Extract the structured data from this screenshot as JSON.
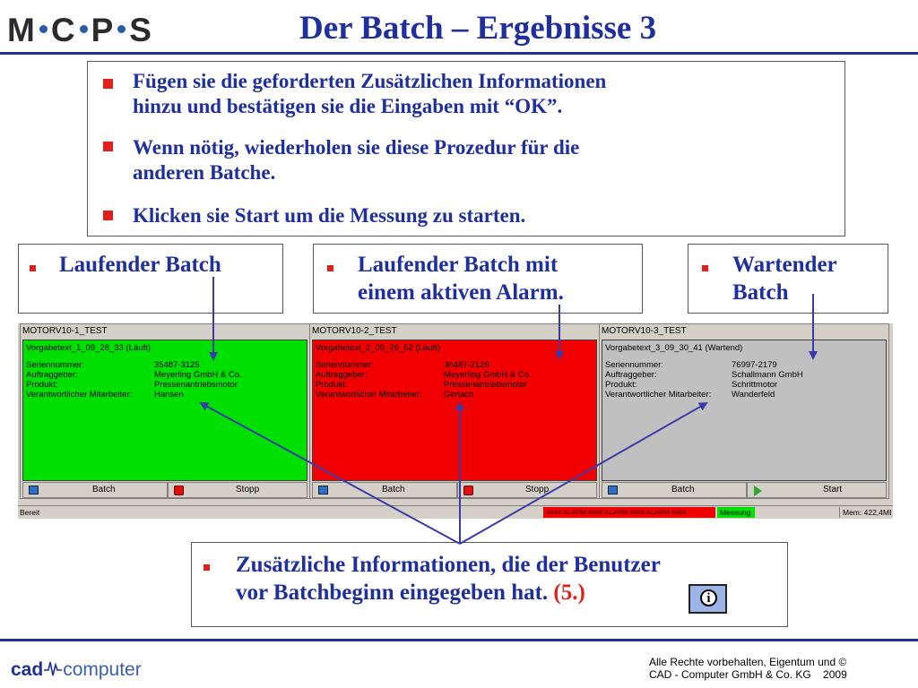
{
  "header": {
    "logo_text": [
      "M",
      "C",
      "P",
      "S"
    ],
    "title": "Der Batch – Ergebnisse 3"
  },
  "instructions": [
    {
      "line1": "Fügen sie die geforderten Zusätzlichen Informationen",
      "line2": "hinzu und bestätigen sie die Eingaben mit “OK”."
    },
    {
      "line1": "Wenn nötig, wiederholen sie diese Prozedur für die",
      "line2": "anderen Batche."
    },
    {
      "line1": "Klicken sie Start um die Messung zu starten.",
      "line2": ""
    }
  ],
  "callouts": {
    "running": {
      "line1": "Laufender Batch",
      "line2": ""
    },
    "alarm": {
      "line1": "Laufender Batch mit",
      "line2": "einem aktiven Alarm."
    },
    "waiting": {
      "line1": "Wartender",
      "line2": "Batch"
    },
    "info": {
      "line1": "Zusätzliche Informationen, die der Benutzer",
      "line2": "vor Batchbeginn eingegeben hat.",
      "ref": "(5.)"
    }
  },
  "app": {
    "panels": [
      {
        "title": "MOTORV10-1_TEST",
        "header": "Vorgabetext_1_09_28_33 (Läuft)",
        "color": "#00e000",
        "fields": [
          {
            "label": "Seriennummer:",
            "value": "35487-3125"
          },
          {
            "label": "Auftraggeber:",
            "value": "Meyerling GmbH & Co."
          },
          {
            "label": "Produkt:",
            "value": "Pressenantriebsmotor"
          },
          {
            "label": "Verantwortlicher Mitarbeiter:",
            "value": "Hansen"
          }
        ],
        "btn_batch": "Batch",
        "btn_action": "Stopp",
        "action_icon": "stop-icon"
      },
      {
        "title": "MOTORV10-2_TEST",
        "header": "Vorgabetext_2_09_29_52 (Läuft)",
        "color": "#f00000",
        "fields": [
          {
            "label": "Seriennummer:",
            "value": "36487-2129"
          },
          {
            "label": "Auftraggeber:",
            "value": "Meyerling GmbH & Co."
          },
          {
            "label": "Produkt:",
            "value": "Pressenantriebsmotor"
          },
          {
            "label": "Verantwortlicher Mitarbeiter:",
            "value": "Gerlach"
          }
        ],
        "btn_batch": "Batch",
        "btn_action": "Stopp",
        "action_icon": "stop-icon"
      },
      {
        "title": "MOTORV10-3_TEST",
        "header": "Vorgabetext_3_09_30_41 (Wartend)",
        "color": "#c0c0c0",
        "fields": [
          {
            "label": "Seriennummer:",
            "value": "76997-2179"
          },
          {
            "label": "Auftraggeber:",
            "value": "Schallmann GmbH"
          },
          {
            "label": "Produkt:",
            "value": "Schrittmotor"
          },
          {
            "label": "Verantwortlicher Mitarbeiter:",
            "value": "Wanderfeld"
          }
        ],
        "btn_batch": "Batch",
        "btn_action": "Start",
        "action_icon": "play-icon"
      }
    ],
    "status": {
      "ready": "Bereit",
      "alarm": "#### ALARM #### ALARM #### ALARM ####",
      "measure": "Messung",
      "mem": "Mem: 422,4MB"
    }
  },
  "footer": {
    "company_logo_a": "cad",
    "company_logo_b": "computer",
    "copyright_line1": "Alle Rechte vorbehalten, Eigentum und ©",
    "copyright_line2": "CAD - Computer GmbH & Co. KG    2009"
  },
  "colors": {
    "title_blue": "#1f2f9c",
    "bullet_red": "#e0201a",
    "arrow_blue": "#3b3ba8"
  }
}
